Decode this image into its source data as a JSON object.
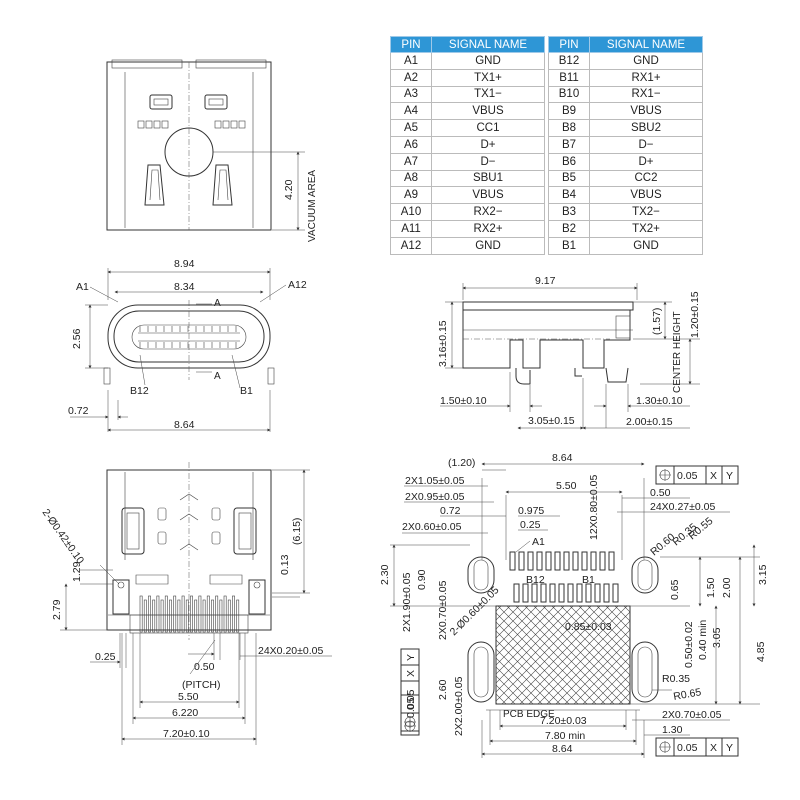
{
  "pin_tables": [
    {
      "header": {
        "pin": "PIN",
        "signal": "SIGNAL NAME"
      },
      "rows": [
        {
          "pin": "A1",
          "signal": "GND"
        },
        {
          "pin": "A2",
          "signal": "TX1+"
        },
        {
          "pin": "A3",
          "signal": "TX1−"
        },
        {
          "pin": "A4",
          "signal": "VBUS"
        },
        {
          "pin": "A5",
          "signal": "CC1"
        },
        {
          "pin": "A6",
          "signal": "D+"
        },
        {
          "pin": "A7",
          "signal": "D−"
        },
        {
          "pin": "A8",
          "signal": "SBU1"
        },
        {
          "pin": "A9",
          "signal": "VBUS"
        },
        {
          "pin": "A10",
          "signal": "RX2−"
        },
        {
          "pin": "A11",
          "signal": "RX2+"
        },
        {
          "pin": "A12",
          "signal": "GND"
        }
      ]
    },
    {
      "header": {
        "pin": "PIN",
        "signal": "SIGNAL NAME"
      },
      "rows": [
        {
          "pin": "B12",
          "signal": "GND"
        },
        {
          "pin": "B11",
          "signal": "RX1+"
        },
        {
          "pin": "B10",
          "signal": "RX1−"
        },
        {
          "pin": "B9",
          "signal": "VBUS"
        },
        {
          "pin": "B8",
          "signal": "SBU2"
        },
        {
          "pin": "B7",
          "signal": "D−"
        },
        {
          "pin": "B6",
          "signal": "D+"
        },
        {
          "pin": "B5",
          "signal": "CC2"
        },
        {
          "pin": "B4",
          "signal": "VBUS"
        },
        {
          "pin": "B3",
          "signal": "TX2−"
        },
        {
          "pin": "B2",
          "signal": "TX2+"
        },
        {
          "pin": "B1",
          "signal": "GND"
        }
      ]
    }
  ],
  "top_view": {
    "height": "4.20",
    "area_label": "VACUUM AREA"
  },
  "front_view": {
    "width_outer": "8.94",
    "width_inner": "8.34",
    "width_bottom": "8.64",
    "height": "2.56",
    "offset": "0.72",
    "label_a1": "A1",
    "label_a12": "A12",
    "label_b12": "B12",
    "label_b1": "B1",
    "section_a": "A"
  },
  "side_view": {
    "length": "9.17",
    "height_total": "3.16±0.15",
    "height_top": "(1.57)",
    "center_height": "1.20±0.15",
    "center_label": "CENTER HEIGHT",
    "leg_1": "1.50±0.10",
    "leg_2": "3.05±0.15",
    "leg_3": "1.30±0.10",
    "leg_4": "2.00±0.15"
  },
  "bottom_view": {
    "holes": "2-Ø0.42±0.10",
    "dim_615": "(6.15)",
    "dim_013": "0.13",
    "dim_129": "1.29",
    "dim_279": "2.79",
    "dim_025": "0.25",
    "pitch": "0.50",
    "pitch_label": "(PITCH)",
    "pin_width": "24X0.20±0.05",
    "width_550": "5.50",
    "width_622": "6.220",
    "width_720": "7.20±0.10"
  },
  "footprint": {
    "width_top": "8.64",
    "dim_120": "(1.20)",
    "slot_105": "2X1.05±0.05",
    "slot_095": "2X0.95±0.05",
    "dim_072": "0.72",
    "dim_0975": "0.975",
    "dim_025": "0.25",
    "slot_060": "2X0.60±0.05",
    "pad_550": "5.50",
    "pad_080": "12X0.80±0.05",
    "dim_050": "0.50",
    "pad_027": "24X0.27±0.05",
    "r060": "R0.60",
    "r035": "R0.35",
    "r055": "R0.55",
    "dim_230": "2.30",
    "dim_090": "0.90",
    "slot_190": "2X1.90±0.05",
    "slot_070": "2X0.70±0.05",
    "hole_060": "2-Ø0.60±0.05",
    "dim_085": "0.85±0.03",
    "dim_065": "0.65",
    "dim_150": "1.50",
    "dim_200": "2.00",
    "dim_315": "3.15",
    "dim_050b": "0.50±0.02",
    "dim_040": "0.40 min",
    "dim_305": "3.05",
    "dim_485": "4.85",
    "dim_260": "2.60",
    "slot_200": "2X2.00±0.05",
    "r035b": "R0.35",
    "r065": "R0.65",
    "slot_070b": "2X0.70±0.05",
    "pcb_edge": "PCB EDGE",
    "width_720": "7.20±0.03",
    "width_780": "7.80 min",
    "width_864": "8.64",
    "dim_130": "1.30",
    "label_a1": "A1",
    "label_b12": "B12",
    "label_b1": "B1"
  },
  "gdt": [
    {
      "tol": "0.05",
      "datum1": "X",
      "datum2": "Y"
    },
    {
      "tol": "0.05",
      "datum1": "X",
      "datum2": "Y"
    },
    {
      "tol": "0.05",
      "datum1": "X",
      "datum2": "Y"
    },
    {
      "tol": "0.05",
      "datum1": "X",
      "datum2": "Y"
    }
  ]
}
